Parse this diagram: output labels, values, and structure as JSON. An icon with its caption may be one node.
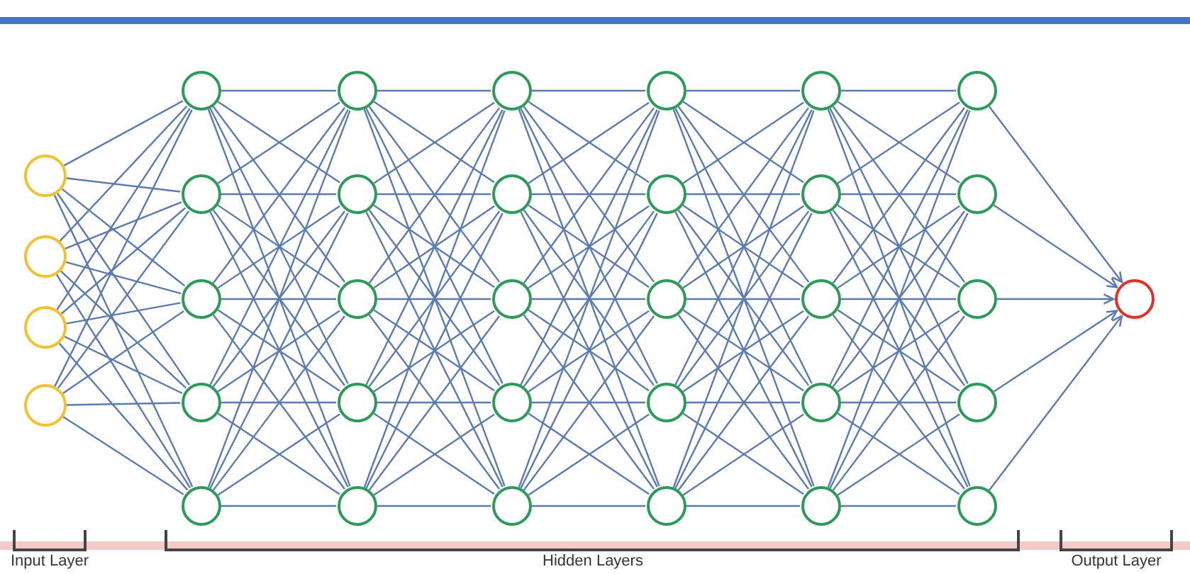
{
  "diagram": {
    "nodes": [
      {
        "text": [],
        "shape": "circle"
      },
      {
        "text": [],
        "shape": "circle"
      },
      {
        "text": [],
        "shape": "circle"
      },
      {
        "text": [],
        "shape": "circle"
      },
      {
        "text": [],
        "shape": "circle"
      },
      {
        "text": [],
        "shape": "circle"
      },
      {
        "text": [],
        "shape": "circle"
      },
      {
        "text": [],
        "shape": "circle"
      },
      {
        "text": [],
        "shape": "circle"
      },
      {
        "text": [],
        "shape": "circle"
      },
      {
        "text": [],
        "shape": "circle"
      },
      {
        "text": [],
        "shape": "circle"
      },
      {
        "text": [],
        "shape": "circle"
      },
      {
        "text": [],
        "shape": "circle"
      },
      {
        "text": [],
        "shape": "circle"
      },
      {
        "text": [],
        "shape": "circle"
      },
      {
        "text": [],
        "shape": "circle"
      },
      {
        "text": [],
        "shape": "circle"
      },
      {
        "text": [],
        "shape": "circle"
      },
      {
        "text": [],
        "shape": "circle"
      },
      {
        "text": [],
        "shape": "circle"
      },
      {
        "text": [],
        "shape": "circle"
      },
      {
        "text": [],
        "shape": "circle"
      },
      {
        "text": [],
        "shape": "circle"
      },
      {
        "text": [],
        "shape": "circle"
      },
      {
        "text": [],
        "shape": "circle"
      },
      {
        "text": [],
        "shape": "circle"
      },
      {
        "text": [],
        "shape": "circle"
      },
      {
        "text": [],
        "shape": "circle"
      },
      {
        "text": [],
        "shape": "circle"
      },
      {
        "text": [],
        "shape": "circle"
      },
      {
        "text": [],
        "shape": "circle"
      },
      {
        "text": [],
        "shape": "circle"
      },
      {
        "text": [],
        "shape": "circle"
      },
      {
        "text": [],
        "shape": "circle"
      }
    ],
    "edges": [
      {
        "from": 0,
        "to": 4,
        "arrow": "none"
      },
      {
        "from": 0,
        "to": 5,
        "arrow": "none"
      },
      {
        "from": 0,
        "to": 6,
        "arrow": "none"
      },
      {
        "from": 0,
        "to": 7,
        "arrow": "none"
      },
      {
        "from": 0,
        "to": 8,
        "arrow": "none"
      },
      {
        "from": 1,
        "to": 4,
        "arrow": "none"
      },
      {
        "from": 1,
        "to": 5,
        "arrow": "none"
      },
      {
        "from": 1,
        "to": 6,
        "arrow": "none"
      },
      {
        "from": 1,
        "to": 7,
        "arrow": "none"
      },
      {
        "from": 1,
        "to": 8,
        "arrow": "none"
      },
      {
        "from": 2,
        "to": 4,
        "arrow": "none"
      },
      {
        "from": 2,
        "to": 5,
        "arrow": "none"
      },
      {
        "from": 2,
        "to": 6,
        "arrow": "none"
      },
      {
        "from": 2,
        "to": 7,
        "arrow": "none"
      },
      {
        "from": 2,
        "to": 8,
        "arrow": "none"
      },
      {
        "from": 3,
        "to": 4,
        "arrow": "none"
      },
      {
        "from": 3,
        "to": 5,
        "arrow": "none"
      },
      {
        "from": 3,
        "to": 6,
        "arrow": "none"
      },
      {
        "from": 3,
        "to": 7,
        "arrow": "none"
      },
      {
        "from": 3,
        "to": 8,
        "arrow": "none"
      },
      {
        "from": 4,
        "to": 9,
        "arrow": "none"
      },
      {
        "from": 4,
        "to": 10,
        "arrow": "none"
      },
      {
        "from": 4,
        "to": 11,
        "arrow": "none"
      },
      {
        "from": 4,
        "to": 12,
        "arrow": "none"
      },
      {
        "from": 4,
        "to": 13,
        "arrow": "none"
      },
      {
        "from": 5,
        "to": 9,
        "arrow": "none"
      },
      {
        "from": 5,
        "to": 10,
        "arrow": "none"
      },
      {
        "from": 5,
        "to": 11,
        "arrow": "none"
      },
      {
        "from": 5,
        "to": 12,
        "arrow": "none"
      },
      {
        "from": 5,
        "to": 13,
        "arrow": "none"
      },
      {
        "from": 6,
        "to": 9,
        "arrow": "none"
      },
      {
        "from": 6,
        "to": 10,
        "arrow": "none"
      },
      {
        "from": 6,
        "to": 11,
        "arrow": "none"
      },
      {
        "from": 6,
        "to": 12,
        "arrow": "none"
      },
      {
        "from": 6,
        "to": 13,
        "arrow": "none"
      },
      {
        "from": 7,
        "to": 9,
        "arrow": "none"
      },
      {
        "from": 7,
        "to": 10,
        "arrow": "none"
      },
      {
        "from": 7,
        "to": 11,
        "arrow": "none"
      },
      {
        "from": 7,
        "to": 12,
        "arrow": "none"
      },
      {
        "from": 7,
        "to": 13,
        "arrow": "none"
      },
      {
        "from": 8,
        "to": 9,
        "arrow": "none"
      },
      {
        "from": 8,
        "to": 10,
        "arrow": "none"
      },
      {
        "from": 8,
        "to": 11,
        "arrow": "none"
      },
      {
        "from": 8,
        "to": 12,
        "arrow": "none"
      },
      {
        "from": 8,
        "to": 13,
        "arrow": "none"
      },
      {
        "from": 9,
        "to": 14,
        "arrow": "none"
      },
      {
        "from": 9,
        "to": 15,
        "arrow": "none"
      },
      {
        "from": 9,
        "to": 16,
        "arrow": "none"
      },
      {
        "from": 9,
        "to": 17,
        "arrow": "none"
      },
      {
        "from": 9,
        "to": 18,
        "arrow": "none"
      },
      {
        "from": 10,
        "to": 14,
        "arrow": "none"
      },
      {
        "from": 10,
        "to": 15,
        "arrow": "none"
      },
      {
        "from": 10,
        "to": 16,
        "arrow": "none"
      },
      {
        "from": 10,
        "to": 17,
        "arrow": "none"
      },
      {
        "from": 10,
        "to": 18,
        "arrow": "none"
      },
      {
        "from": 11,
        "to": 14,
        "arrow": "none"
      },
      {
        "from": 11,
        "to": 15,
        "arrow": "none"
      },
      {
        "from": 11,
        "to": 16,
        "arrow": "none"
      },
      {
        "from": 11,
        "to": 17,
        "arrow": "none"
      },
      {
        "from": 11,
        "to": 18,
        "arrow": "none"
      },
      {
        "from": 12,
        "to": 14,
        "arrow": "none"
      },
      {
        "from": 12,
        "to": 15,
        "arrow": "none"
      },
      {
        "from": 12,
        "to": 16,
        "arrow": "none"
      },
      {
        "from": 12,
        "to": 17,
        "arrow": "none"
      },
      {
        "from": 12,
        "to": 18,
        "arrow": "none"
      },
      {
        "from": 13,
        "to": 14,
        "arrow": "none"
      },
      {
        "from": 13,
        "to": 15,
        "arrow": "none"
      },
      {
        "from": 13,
        "to": 16,
        "arrow": "none"
      },
      {
        "from": 13,
        "to": 17,
        "arrow": "none"
      },
      {
        "from": 13,
        "to": 18,
        "arrow": "none"
      },
      {
        "from": 14,
        "to": 19,
        "arrow": "none"
      },
      {
        "from": 14,
        "to": 20,
        "arrow": "none"
      },
      {
        "from": 14,
        "to": 21,
        "arrow": "none"
      },
      {
        "from": 14,
        "to": 22,
        "arrow": "none"
      },
      {
        "from": 14,
        "to": 23,
        "arrow": "none"
      },
      {
        "from": 15,
        "to": 19,
        "arrow": "none"
      },
      {
        "from": 15,
        "to": 20,
        "arrow": "none"
      },
      {
        "from": 15,
        "to": 21,
        "arrow": "none"
      },
      {
        "from": 15,
        "to": 22,
        "arrow": "none"
      },
      {
        "from": 15,
        "to": 23,
        "arrow": "none"
      },
      {
        "from": 16,
        "to": 19,
        "arrow": "none"
      },
      {
        "from": 16,
        "to": 20,
        "arrow": "none"
      },
      {
        "from": 16,
        "to": 21,
        "arrow": "none"
      },
      {
        "from": 16,
        "to": 22,
        "arrow": "none"
      },
      {
        "from": 16,
        "to": 23,
        "arrow": "none"
      },
      {
        "from": 17,
        "to": 19,
        "arrow": "none"
      },
      {
        "from": 17,
        "to": 20,
        "arrow": "none"
      },
      {
        "from": 17,
        "to": 21,
        "arrow": "none"
      },
      {
        "from": 17,
        "to": 22,
        "arrow": "none"
      },
      {
        "from": 17,
        "to": 23,
        "arrow": "none"
      },
      {
        "from": 18,
        "to": 19,
        "arrow": "none"
      },
      {
        "from": 18,
        "to": 20,
        "arrow": "none"
      },
      {
        "from": 18,
        "to": 21,
        "arrow": "none"
      },
      {
        "from": 18,
        "to": 22,
        "arrow": "none"
      },
      {
        "from": 18,
        "to": 23,
        "arrow": "none"
      },
      {
        "from": 19,
        "to": 24,
        "arrow": "none"
      },
      {
        "from": 19,
        "to": 25,
        "arrow": "none"
      },
      {
        "from": 19,
        "to": 26,
        "arrow": "none"
      },
      {
        "from": 19,
        "to": 27,
        "arrow": "none"
      },
      {
        "from": 19,
        "to": 28,
        "arrow": "none"
      },
      {
        "from": 20,
        "to": 24,
        "arrow": "none"
      },
      {
        "from": 20,
        "to": 25,
        "arrow": "none"
      },
      {
        "from": 20,
        "to": 26,
        "arrow": "none"
      },
      {
        "from": 20,
        "to": 27,
        "arrow": "none"
      },
      {
        "from": 20,
        "to": 28,
        "arrow": "none"
      },
      {
        "from": 21,
        "to": 24,
        "arrow": "none"
      },
      {
        "from": 21,
        "to": 25,
        "arrow": "none"
      },
      {
        "from": 21,
        "to": 26,
        "arrow": "none"
      },
      {
        "from": 21,
        "to": 27,
        "arrow": "none"
      },
      {
        "from": 21,
        "to": 28,
        "arrow": "none"
      },
      {
        "from": 22,
        "to": 24,
        "arrow": "none"
      },
      {
        "from": 22,
        "to": 25,
        "arrow": "none"
      },
      {
        "from": 22,
        "to": 26,
        "arrow": "none"
      },
      {
        "from": 22,
        "to": 27,
        "arrow": "none"
      },
      {
        "from": 22,
        "to": 28,
        "arrow": "none"
      },
      {
        "from": 23,
        "to": 24,
        "arrow": "none"
      },
      {
        "from": 23,
        "to": 25,
        "arrow": "none"
      },
      {
        "from": 23,
        "to": 26,
        "arrow": "none"
      },
      {
        "from": 23,
        "to": 27,
        "arrow": "none"
      },
      {
        "from": 23,
        "to": 28,
        "arrow": "none"
      },
      {
        "from": 24,
        "to": 29,
        "arrow": "none"
      },
      {
        "from": 24,
        "to": 30,
        "arrow": "none"
      },
      {
        "from": 24,
        "to": 31,
        "arrow": "none"
      },
      {
        "from": 24,
        "to": 32,
        "arrow": "none"
      },
      {
        "from": 24,
        "to": 33,
        "arrow": "none"
      },
      {
        "from": 25,
        "to": 29,
        "arrow": "none"
      },
      {
        "from": 25,
        "to": 30,
        "arrow": "none"
      },
      {
        "from": 25,
        "to": 31,
        "arrow": "none"
      },
      {
        "from": 25,
        "to": 32,
        "arrow": "none"
      },
      {
        "from": 25,
        "to": 33,
        "arrow": "none"
      },
      {
        "from": 26,
        "to": 29,
        "arrow": "none"
      },
      {
        "from": 26,
        "to": 30,
        "arrow": "none"
      },
      {
        "from": 26,
        "to": 31,
        "arrow": "none"
      },
      {
        "from": 26,
        "to": 32,
        "arrow": "none"
      },
      {
        "from": 26,
        "to": 33,
        "arrow": "none"
      },
      {
        "from": 27,
        "to": 29,
        "arrow": "none"
      },
      {
        "from": 27,
        "to": 30,
        "arrow": "none"
      },
      {
        "from": 27,
        "to": 31,
        "arrow": "none"
      },
      {
        "from": 27,
        "to": 32,
        "arrow": "none"
      },
      {
        "from": 27,
        "to": 33,
        "arrow": "none"
      },
      {
        "from": 28,
        "to": 29,
        "arrow": "none"
      },
      {
        "from": 28,
        "to": 30,
        "arrow": "none"
      },
      {
        "from": 28,
        "to": 31,
        "arrow": "none"
      },
      {
        "from": 28,
        "to": 32,
        "arrow": "none"
      },
      {
        "from": 28,
        "to": 33,
        "arrow": "none"
      },
      {
        "from": 29,
        "to": 34,
        "arrow": "to"
      },
      {
        "from": 30,
        "to": 34,
        "arrow": "to"
      },
      {
        "from": 31,
        "to": 34,
        "arrow": "to"
      },
      {
        "from": 32,
        "to": 34,
        "arrow": "to"
      },
      {
        "from": 33,
        "to": 34,
        "arrow": "to"
      }
    ],
    "labels": [
      "Input Layer",
      "Hidden Layers",
      "Output Layer"
    ]
  }
}
